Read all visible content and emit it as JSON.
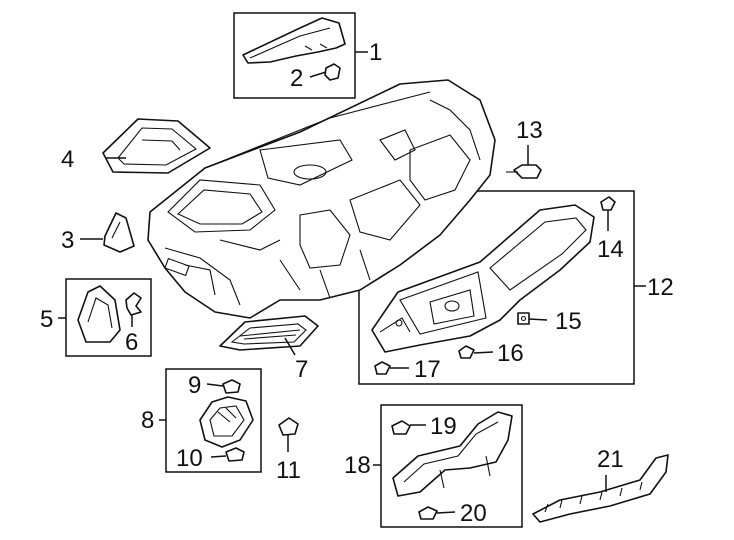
{
  "diagram": {
    "callouts": [
      {
        "id": "c1",
        "text": "1"
      },
      {
        "id": "c2",
        "text": "2"
      },
      {
        "id": "c3",
        "text": "3"
      },
      {
        "id": "c4",
        "text": "4"
      },
      {
        "id": "c5",
        "text": "5"
      },
      {
        "id": "c6",
        "text": "6"
      },
      {
        "id": "c7",
        "text": "7"
      },
      {
        "id": "c8",
        "text": "8"
      },
      {
        "id": "c9",
        "text": "9"
      },
      {
        "id": "c10",
        "text": "10"
      },
      {
        "id": "c11",
        "text": "11"
      },
      {
        "id": "c12",
        "text": "12"
      },
      {
        "id": "c13",
        "text": "13"
      },
      {
        "id": "c14",
        "text": "14"
      },
      {
        "id": "c15",
        "text": "15"
      },
      {
        "id": "c16",
        "text": "16"
      },
      {
        "id": "c17",
        "text": "17"
      },
      {
        "id": "c18",
        "text": "18"
      },
      {
        "id": "c19",
        "text": "19"
      },
      {
        "id": "c20",
        "text": "20"
      },
      {
        "id": "c21",
        "text": "21"
      }
    ]
  }
}
